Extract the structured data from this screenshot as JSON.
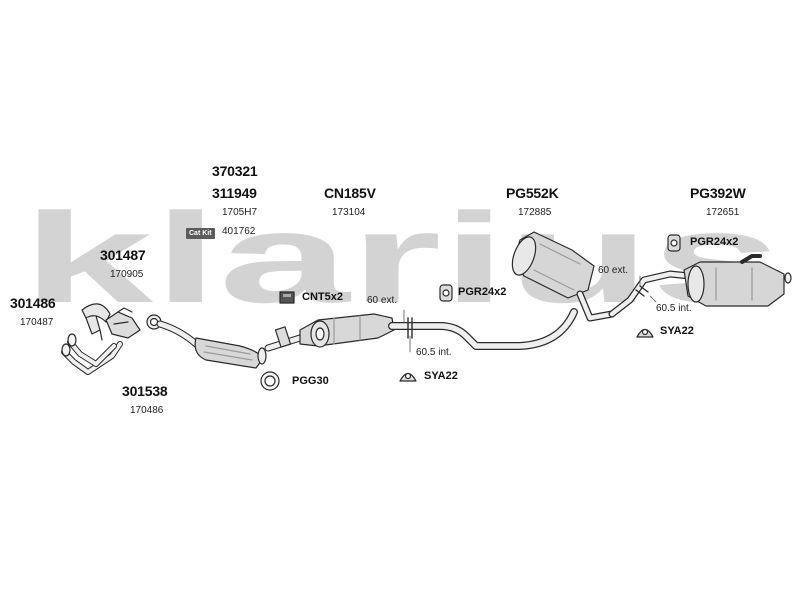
{
  "watermark": "klarius",
  "colors": {
    "watermark": "#d3d3d3",
    "line": "#2a2a2a",
    "part_fill": "#e4e4e4",
    "part_shade": "#9a9a9a"
  },
  "parts": {
    "front_pipe_upper": {
      "part_no": "301487",
      "oe_no": "170905"
    },
    "front_pipe_left": {
      "part_no": "301486",
      "oe_no": "170487"
    },
    "front_pipe_lower": {
      "part_no": "301538",
      "oe_no": "170486"
    },
    "catalyst": {
      "part_no_1": "370321",
      "part_no_2": "311949",
      "oe_no_1": "1705H7",
      "cat_kit_label": "Cat Kit",
      "oe_no_2": "401762"
    },
    "center_silencer": {
      "part_no": "CN185V",
      "oe_no": "173104"
    },
    "middle_silencer": {
      "part_no": "PG552K",
      "oe_no": "172885"
    },
    "rear_silencer": {
      "part_no": "PG392W",
      "oe_no": "172651"
    }
  },
  "fittings": {
    "clamp_cnt": "CNT5x2",
    "gasket_pgg": "PGG30",
    "rubber_pgr_mid": "PGR24x2",
    "rubber_pgr_rear": "PGR24x2",
    "mount_sya_mid": "SYA22",
    "mount_sya_rear": "SYA22"
  },
  "dimensions": {
    "mid_ext": "60 ext.",
    "mid_int": "60.5 int.",
    "rear_ext": "60 ext.",
    "rear_int": "60.5 int."
  }
}
